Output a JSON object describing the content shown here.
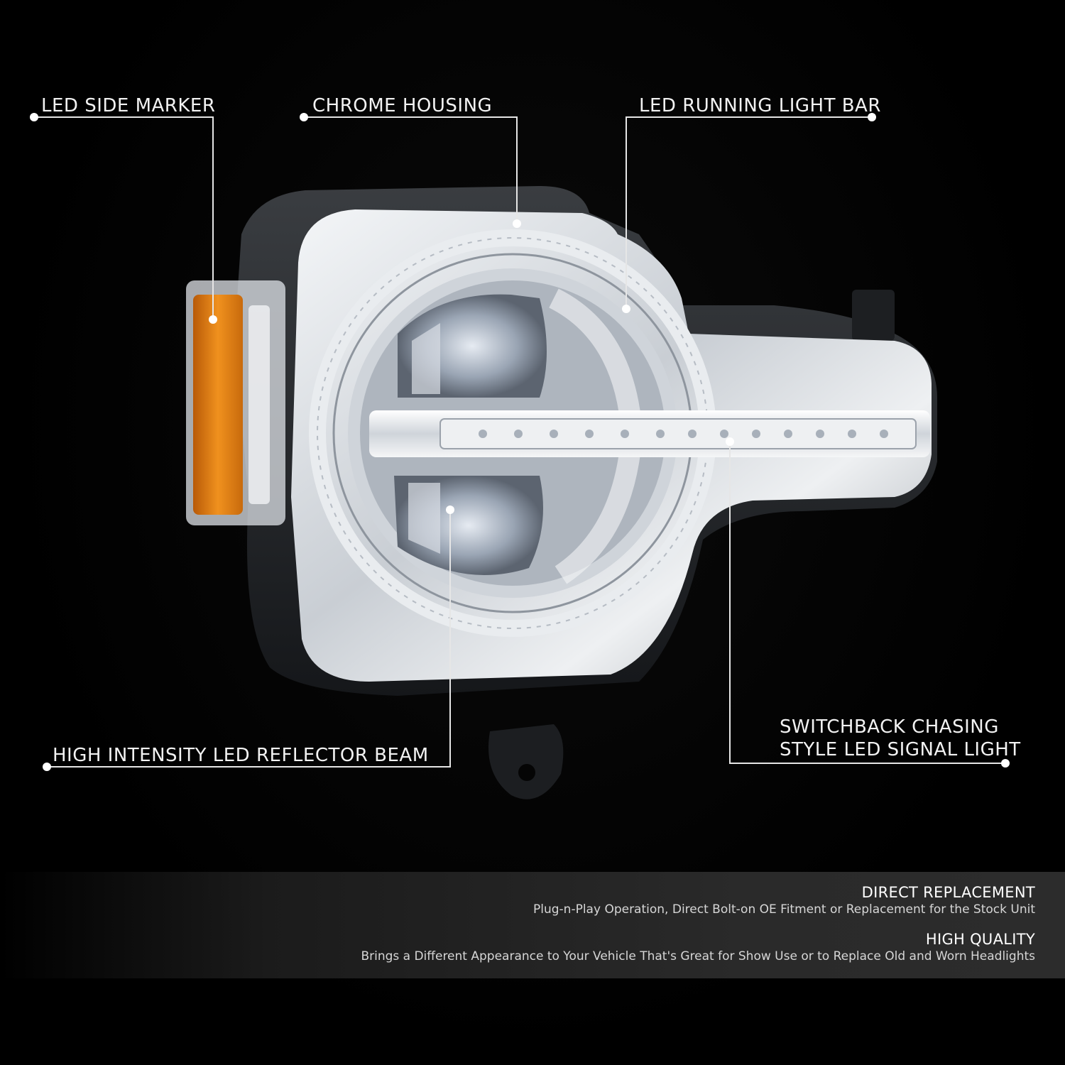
{
  "callouts": {
    "side_marker": "LED SIDE MARKER",
    "chrome_housing": "CHROME HOUSING",
    "running_light_bar": "LED RUNNING LIGHT BAR",
    "reflector_beam": "HIGH INTENSITY LED REFLECTOR BEAM",
    "signal_line1": "SWITCHBACK CHASING",
    "signal_line2": "STYLE LED SIGNAL LIGHT"
  },
  "features": [
    {
      "title": "DIRECT REPLACEMENT",
      "desc": "Plug-n-Play Operation, Direct Bolt-on OE Fitment or Replacement for the Stock Unit"
    },
    {
      "title": "HIGH QUALITY",
      "desc": "Brings a Different Appearance to Your Vehicle That's Great for Show Use or to Replace Old and Worn Headlights"
    }
  ],
  "colors": {
    "background": "#000000",
    "amber": "#e07b14",
    "chrome": "#d9dde2",
    "callout_line": "#e6e6e6"
  }
}
